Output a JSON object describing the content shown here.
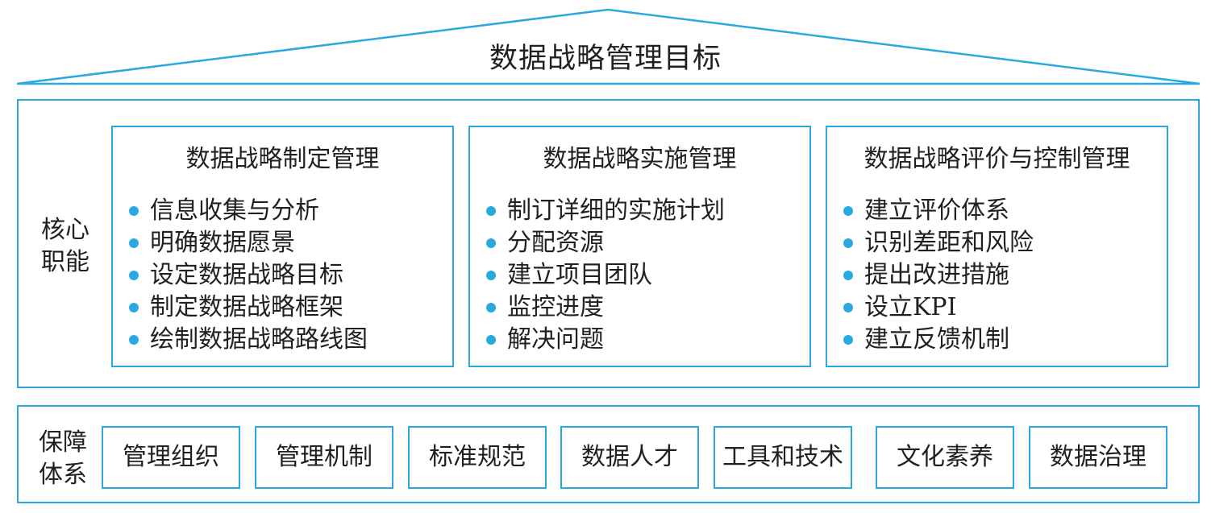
{
  "colors": {
    "accent": "#2aa9e0",
    "text": "#231f20",
    "background": "#ffffff"
  },
  "roof": {
    "title": "数据战略管理目标"
  },
  "core": {
    "label_line1": "核心",
    "label_line2": "职能",
    "boxes": [
      {
        "title": "数据战略制定管理",
        "items": [
          "信息收集与分析",
          "明确数据愿景",
          "设定数据战略目标",
          "制定数据战略框架",
          "绘制数据战略路线图"
        ]
      },
      {
        "title": "数据战略实施管理",
        "items": [
          "制订详细的实施计划",
          "分配资源",
          "建立项目团队",
          "监控进度",
          "解决问题"
        ]
      },
      {
        "title": "数据战略评价与控制管理",
        "items": [
          "建立评价体系",
          "识别差距和风险",
          "提出改进措施",
          "设立KPI",
          "建立反馈机制"
        ]
      }
    ]
  },
  "support": {
    "label_line1": "保障",
    "label_line2": "体系",
    "items": [
      "管理组织",
      "管理机制",
      "标准规范",
      "数据人才",
      "工具和技术",
      "文化素养",
      "数据治理"
    ]
  }
}
